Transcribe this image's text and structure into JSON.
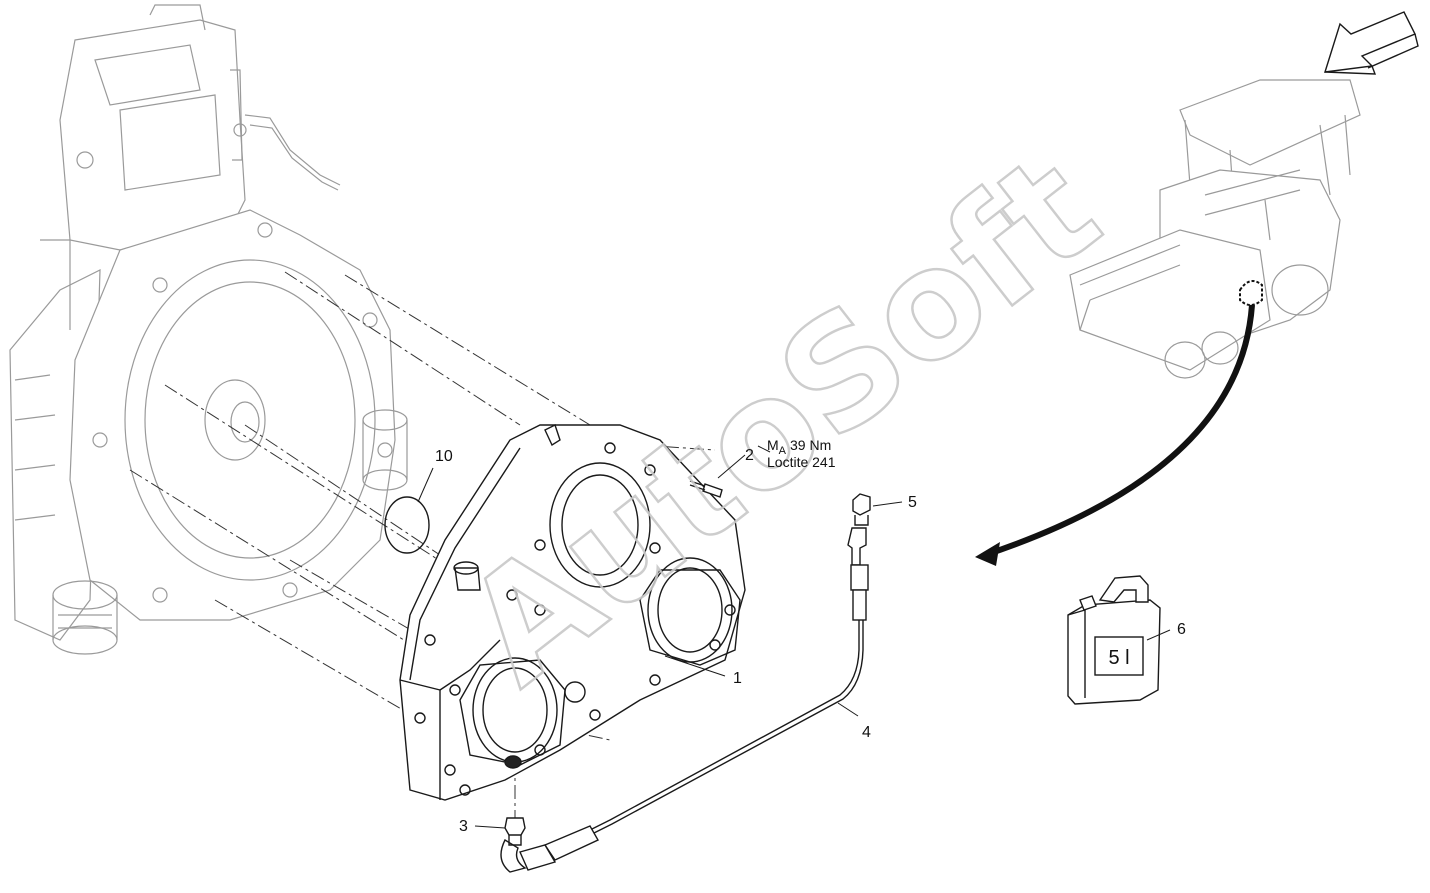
{
  "callouts": [
    {
      "id": "1",
      "label": "1"
    },
    {
      "id": "2",
      "label": "2"
    },
    {
      "id": "3",
      "label": "3"
    },
    {
      "id": "4",
      "label": "4"
    },
    {
      "id": "5",
      "label": "5"
    },
    {
      "id": "6",
      "label": "6"
    },
    {
      "id": "10",
      "label": "10"
    }
  ],
  "torque_spec": {
    "prefix": "M",
    "subscript": "A",
    "value": "39 Nm"
  },
  "adhesive_spec": "Loctite 241",
  "canister_label": "5 l",
  "watermark": "AutoSoft",
  "icons": [
    "direction-arrow-icon",
    "paver-machine-icon",
    "oil-canister-icon",
    "location-arrow-icon"
  ]
}
